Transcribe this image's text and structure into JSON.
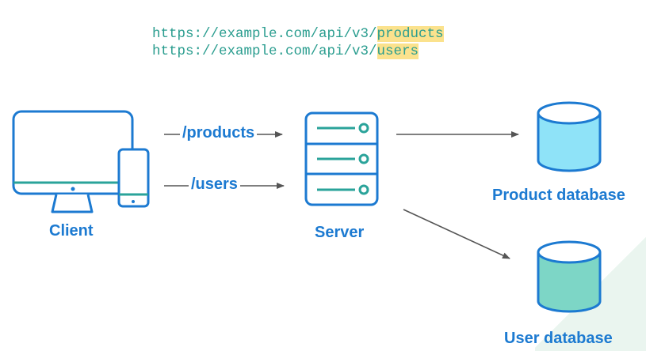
{
  "urls": {
    "line1_prefix": "https://example.com/api/v3/",
    "line1_resource": "products",
    "line2_prefix": "https://example.com/api/v3/",
    "line2_resource": "users"
  },
  "nodes": {
    "client": "Client",
    "server": "Server",
    "product_db": "Product database",
    "user_db": "User database"
  },
  "routes": {
    "products": "/products",
    "users": "/users"
  },
  "icons": {
    "client": "monitor-and-phone-icon",
    "server": "server-rack-icon",
    "product_db": "database-cylinder-icon",
    "user_db": "database-cylinder-icon"
  },
  "colors": {
    "outline": "#1c7ad1",
    "accent": "#2aa39a",
    "highlight": "#fbe28d",
    "product_db_fill": "#8fe3f8",
    "user_db_fill": "#7dd6c6",
    "arrow": "#555555"
  }
}
